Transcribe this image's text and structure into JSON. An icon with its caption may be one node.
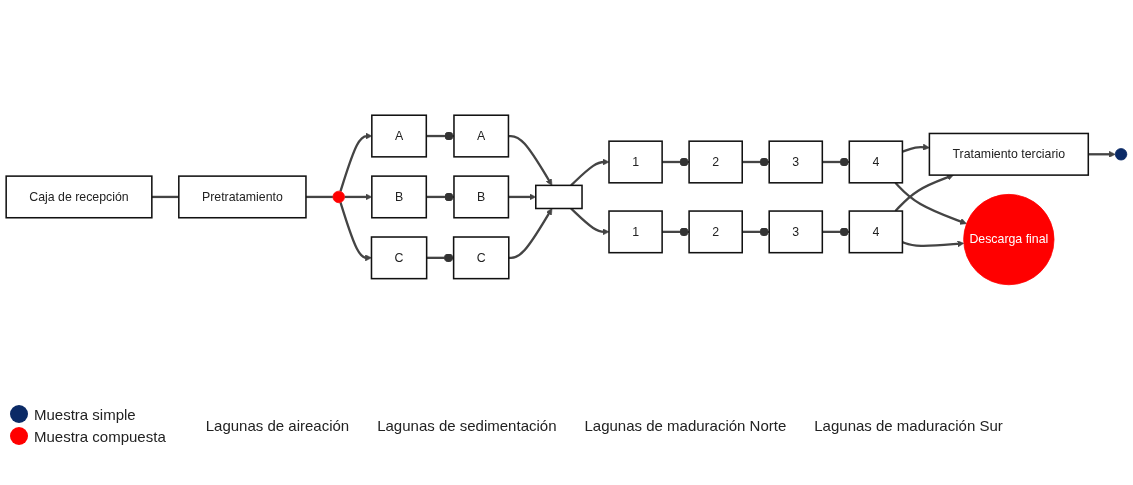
{
  "diagram": {
    "nodes": [
      {
        "text": [
          "Caja de recepción"
        ]
      },
      {
        "text": [
          "Pretratamiento"
        ]
      },
      {
        "text": [],
        "shape": "circle"
      },
      {
        "text": [
          "A"
        ]
      },
      {
        "text": [
          "B"
        ]
      },
      {
        "text": [
          "C"
        ]
      },
      {
        "text": [
          "A"
        ]
      },
      {
        "text": [
          "B"
        ]
      },
      {
        "text": [
          "C"
        ]
      },
      {
        "text": [],
        "shape": "box"
      },
      {
        "text": [
          "1"
        ]
      },
      {
        "text": [
          "2"
        ]
      },
      {
        "text": [
          "3"
        ]
      },
      {
        "text": [
          "4"
        ]
      },
      {
        "text": [
          "1"
        ]
      },
      {
        "text": [
          "2"
        ]
      },
      {
        "text": [
          "3"
        ]
      },
      {
        "text": [
          "4"
        ]
      },
      {
        "text": [
          "Tratamiento terciario"
        ]
      },
      {
        "text": [
          "Descarga final"
        ]
      },
      {
        "text": [],
        "shape": "circle"
      }
    ],
    "edges": [
      {
        "from": 0,
        "to": 1,
        "arrow": "none"
      },
      {
        "from": 1,
        "to": 2,
        "arrow": "none"
      },
      {
        "from": 2,
        "to": 3,
        "arrow": "to"
      },
      {
        "from": 2,
        "to": 4,
        "arrow": "to"
      },
      {
        "from": 2,
        "to": 5,
        "arrow": "to"
      },
      {
        "from": 3,
        "to": 6,
        "arrow": "other"
      },
      {
        "from": 4,
        "to": 7,
        "arrow": "other"
      },
      {
        "from": 5,
        "to": 8,
        "arrow": "other"
      },
      {
        "from": 6,
        "to": 9,
        "arrow": "to"
      },
      {
        "from": 7,
        "to": 9,
        "arrow": "to"
      },
      {
        "from": 8,
        "to": 9,
        "arrow": "to"
      },
      {
        "from": 9,
        "to": 10,
        "arrow": "to"
      },
      {
        "from": 9,
        "to": 14,
        "arrow": "to"
      },
      {
        "from": 10,
        "to": 11,
        "arrow": "other"
      },
      {
        "from": 11,
        "to": 12,
        "arrow": "other"
      },
      {
        "from": 12,
        "to": 13,
        "arrow": "other"
      },
      {
        "from": 14,
        "to": 15,
        "arrow": "other"
      },
      {
        "from": 15,
        "to": 16,
        "arrow": "other"
      },
      {
        "from": 16,
        "to": 17,
        "arrow": "other"
      },
      {
        "from": 13,
        "to": 18,
        "arrow": "to"
      },
      {
        "from": 13,
        "to": 19,
        "arrow": "to"
      },
      {
        "from": 17,
        "to": 18,
        "arrow": "to"
      },
      {
        "from": 17,
        "to": 19,
        "arrow": "to"
      },
      {
        "from": 18,
        "to": 20,
        "arrow": "to"
      }
    ],
    "labels": [
      "Lagunas de aireación",
      "Lagunas de sedimentación",
      "Lagunas de maduración Norte",
      "Lagunas de maduración Sur"
    ],
    "legend": [
      {
        "text": "Muestra simple",
        "color": "#0b2a66"
      },
      {
        "text": "Muestra compuesta",
        "color": "#ff0000"
      }
    ]
  }
}
